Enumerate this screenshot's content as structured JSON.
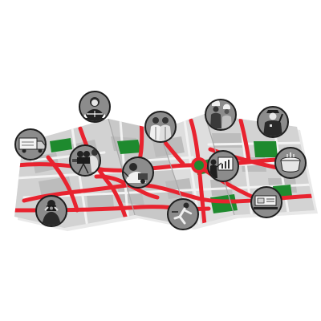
{
  "illustration": {
    "subject": "folded-city-map-with-profession-icons",
    "style": "grayscale-with-red-roads-and-green-parks",
    "colors": {
      "background": "#ffffff",
      "map_paper": "#d9d9d9",
      "map_paper_dark": "#c4c4c4",
      "map_paper_light": "#e6e6e6",
      "road": "#e8232f",
      "minor_road": "#ffffff",
      "park": "#1e8a2e",
      "block": "#bdbdbd",
      "marker_fill": "#8c8c8c",
      "marker_border": "#222222"
    },
    "profession_markers": [
      {
        "id": "judge",
        "icon": "judge-with-scales-icon"
      },
      {
        "id": "doctors",
        "icon": "doctors-icon"
      },
      {
        "id": "builders",
        "icon": "construction-workers-icon"
      },
      {
        "id": "police",
        "icon": "police-officer-icon"
      },
      {
        "id": "truck",
        "icon": "delivery-truck-icon"
      },
      {
        "id": "cameraman",
        "icon": "film-camera-operator-icon"
      },
      {
        "id": "mechanic",
        "icon": "mechanic-icon"
      },
      {
        "id": "teacher",
        "icon": "teacher-at-board-icon"
      },
      {
        "id": "cook",
        "icon": "cooking-pot-icon"
      },
      {
        "id": "photographer",
        "icon": "photographer-icon"
      },
      {
        "id": "runner",
        "icon": "runner-icon"
      },
      {
        "id": "office",
        "icon": "office-desk-icon"
      }
    ]
  }
}
